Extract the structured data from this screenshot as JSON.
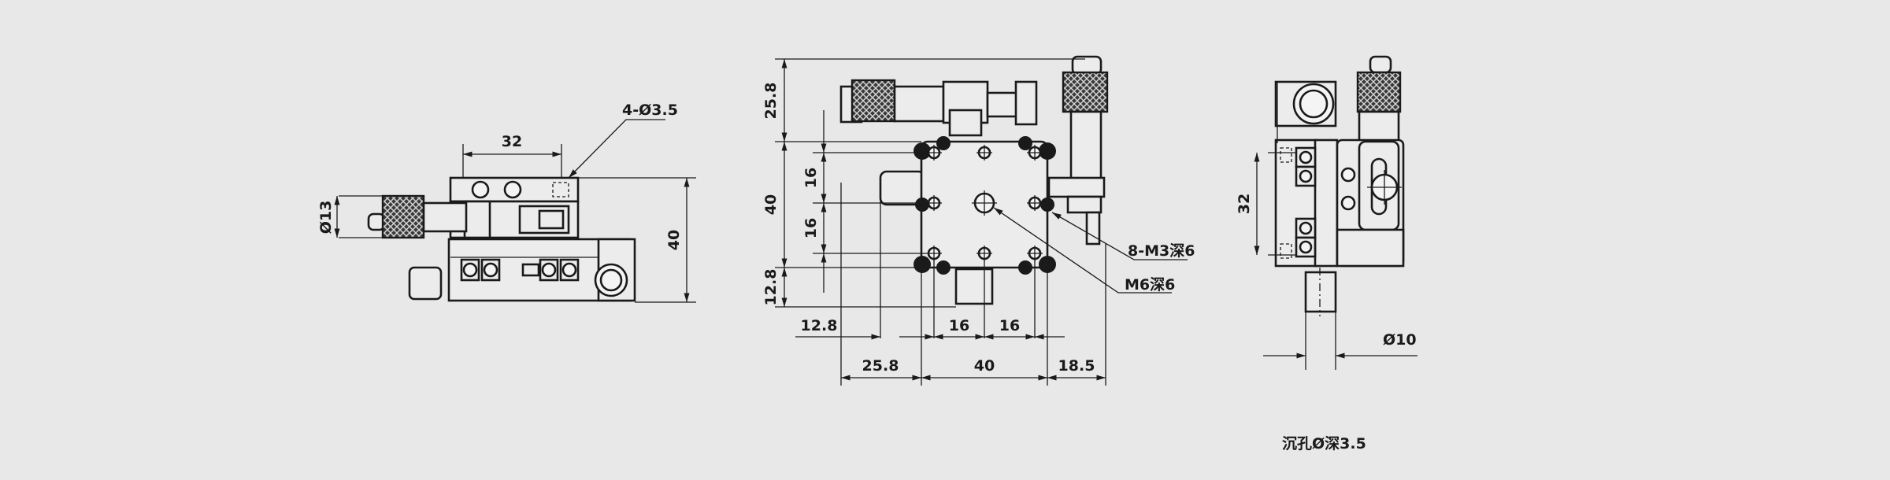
{
  "labels": {
    "left_width": "32",
    "left_holes": "4-Ø3.5",
    "left_knob_dia": "Ø13",
    "left_height": "40",
    "mid_top": "25.8",
    "mid_mid": "40",
    "mid_bot": "12.8",
    "mid_pitch_top": "16",
    "mid_pitch_bot": "16",
    "mid_m3": "8-M3深6",
    "mid_m6": "M6深6",
    "mid_h_12_8": "12.8",
    "mid_h_16a": "16",
    "mid_h_16b": "16",
    "mid_w_25_8": "25.8",
    "mid_w_40": "40",
    "mid_w_18_5": "18.5",
    "right_height": "32",
    "right_dia": "Ø10",
    "right_note": "沉孔Ø深3.5"
  }
}
